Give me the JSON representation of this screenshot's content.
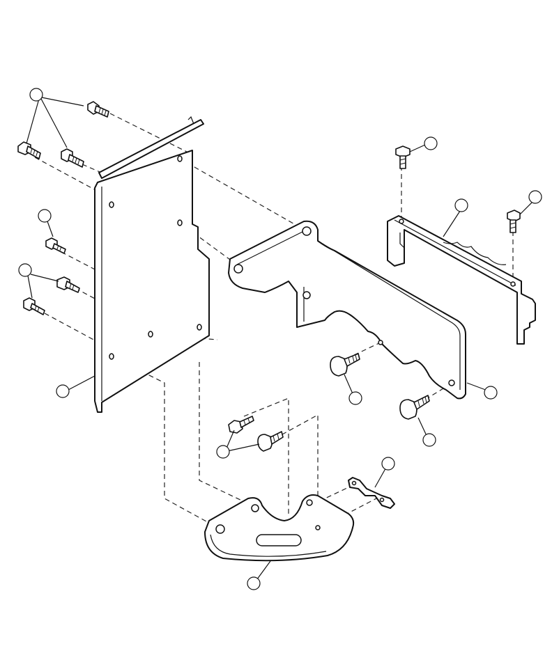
{
  "figure": {
    "type": "exploded-parts-diagram",
    "callouts": [
      {
        "id": "c1",
        "label": ""
      },
      {
        "id": "c2",
        "label": ""
      },
      {
        "id": "c3",
        "label": ""
      },
      {
        "id": "c4",
        "label": ""
      },
      {
        "id": "c5",
        "label": ""
      },
      {
        "id": "c6",
        "label": ""
      },
      {
        "id": "c7",
        "label": ""
      },
      {
        "id": "c8",
        "label": ""
      },
      {
        "id": "c9",
        "label": ""
      },
      {
        "id": "c10",
        "label": ""
      },
      {
        "id": "c11",
        "label": ""
      },
      {
        "id": "c12",
        "label": ""
      },
      {
        "id": "c13",
        "label": ""
      }
    ],
    "parts": [
      "flat-plate",
      "main-bracket",
      "channel-bracket",
      "lower-mount-plate",
      "small-clip",
      "flange-bolts"
    ],
    "line_color": "#111111",
    "background": "#ffffff"
  }
}
